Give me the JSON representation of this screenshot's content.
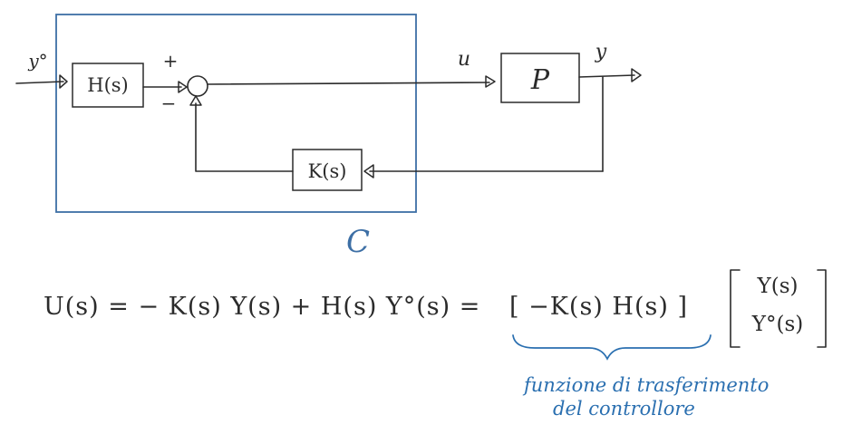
{
  "diagram": {
    "colors": {
      "ink": "#2b2b2b",
      "controller_box": "#3d6fa5",
      "annotation": "#2a6fb0"
    },
    "blocks": {
      "H": "H(s)",
      "P": "P",
      "K": "K(s)",
      "controller": "C"
    },
    "signals": {
      "reference": "y°",
      "control": "u",
      "output": "y",
      "plus": "+",
      "minus": "−"
    },
    "equation": {
      "lhs": "U(s) = − K(s) Y(s) + H(s) Y°(s) =",
      "row_vector": "[ −K(s)   H(s) ]",
      "column_top": "Y(s)",
      "column_bottom": "Y°(s)"
    },
    "annotation": {
      "line1": "funzione di trasferimento",
      "line2": "del controllore"
    }
  }
}
